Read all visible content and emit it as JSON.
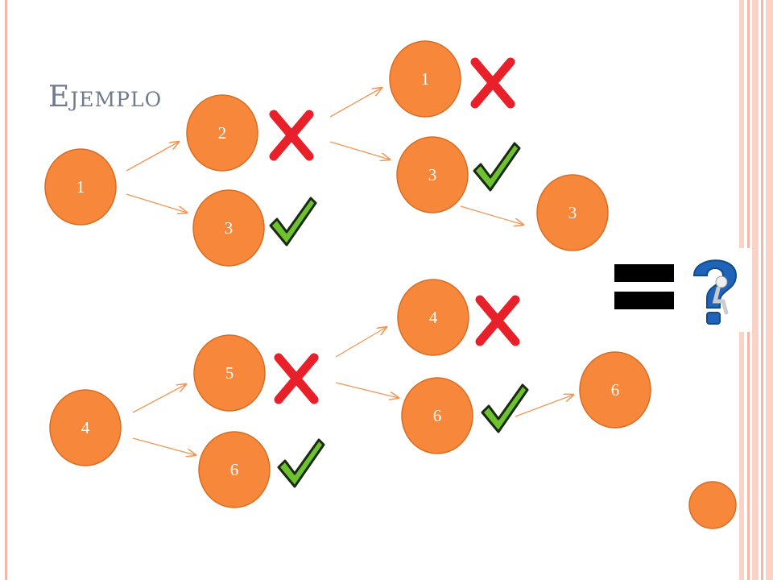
{
  "title": "Ejemplo",
  "colors": {
    "node_fill": "#f7873b",
    "node_stroke": "#d86c22",
    "arrow": "#f29555",
    "cross": "#e8202a",
    "check": "#6ec22e",
    "border_left": "#f5b8a8",
    "border_right": "#f5b8a8"
  },
  "nodes": [
    {
      "id": "n1",
      "label": "1"
    },
    {
      "id": "n2",
      "label": "2"
    },
    {
      "id": "n3a",
      "label": "3"
    },
    {
      "id": "n1b",
      "label": "1"
    },
    {
      "id": "n3b",
      "label": "3"
    },
    {
      "id": "n3c",
      "label": "3"
    },
    {
      "id": "n4",
      "label": "4"
    },
    {
      "id": "n5",
      "label": "5"
    },
    {
      "id": "n6a",
      "label": "6"
    },
    {
      "id": "n4b",
      "label": "4"
    },
    {
      "id": "n6b",
      "label": "6"
    },
    {
      "id": "n6c",
      "label": "6"
    },
    {
      "id": "ndot",
      "label": ""
    }
  ],
  "edges": [
    [
      "n1",
      "n2"
    ],
    [
      "n1",
      "n3a"
    ],
    [
      "n2",
      "n1b"
    ],
    [
      "n2",
      "n3b"
    ],
    [
      "n3b",
      "n3c"
    ],
    [
      "n4",
      "n5"
    ],
    [
      "n4",
      "n6a"
    ],
    [
      "n5",
      "n4b"
    ],
    [
      "n5",
      "n6b"
    ],
    [
      "n6b",
      "n6c"
    ]
  ],
  "marks": [
    {
      "near": "n2",
      "kind": "cross"
    },
    {
      "near": "n3a",
      "kind": "check"
    },
    {
      "near": "n1b",
      "kind": "cross"
    },
    {
      "near": "n3b",
      "kind": "check"
    },
    {
      "near": "n5",
      "kind": "cross"
    },
    {
      "near": "n6a",
      "kind": "check"
    },
    {
      "near": "n4b",
      "kind": "cross"
    },
    {
      "near": "n6b",
      "kind": "check"
    }
  ],
  "icons": {
    "equals": "equals-sign-icon",
    "question": "question-mark-figure-icon"
  }
}
